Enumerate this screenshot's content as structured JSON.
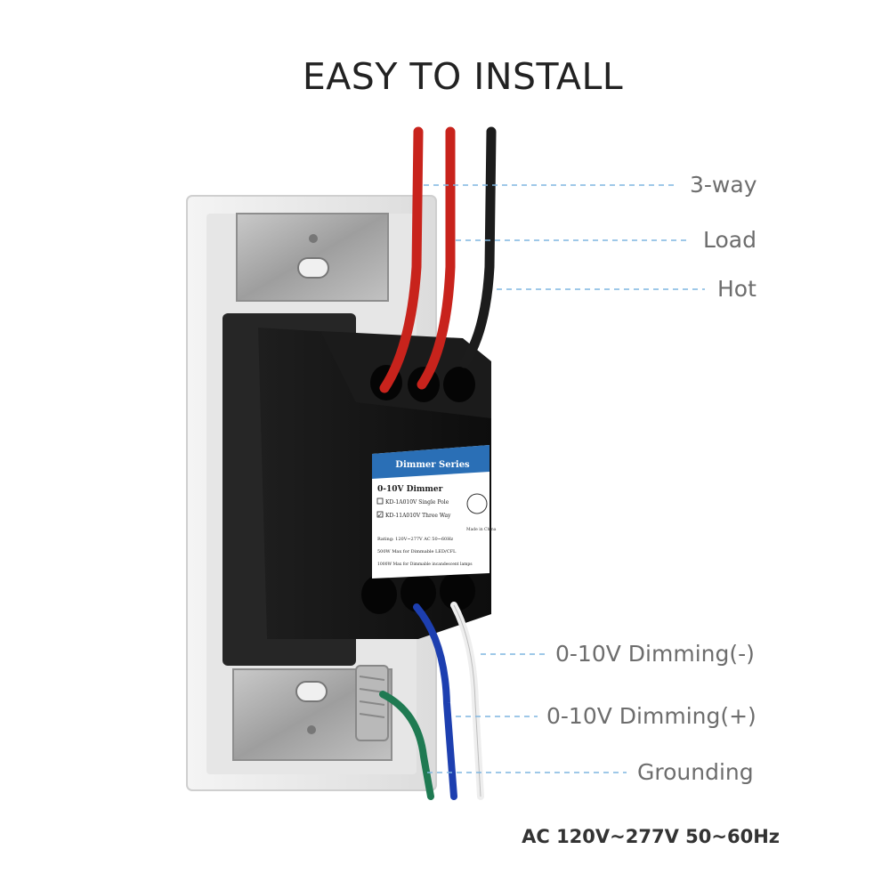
{
  "heading": "EASY TO INSTALL",
  "wire_labels": {
    "three_way": "3-way",
    "load": "Load",
    "hot": "Hot",
    "dimming_minus": "0-10V Dimming(-)",
    "dimming_plus": "0-10V Dimming(+)",
    "grounding": "Grounding"
  },
  "rating_text": "AC 120V~277V 50~60Hz",
  "device_label": {
    "banner": "Dimmer Series",
    "product": "0-10V Dimmer",
    "option_single": "KD-1A010V Single Pole",
    "option_three": "KD-11A010V Three Way",
    "rating_line": "Rating: 120V~277V AC 50~60Hz",
    "max_led": "500W Max for Dimmable LED/CFL",
    "max_incandescent": "1000W Max for Dimmable incandescent lamps",
    "origin": "Made in China"
  },
  "colors": {
    "red_wire": "#c8231c",
    "black_wire": "#1c1c1c",
    "blue_wire": "#1d3fb0",
    "white_wire": "#eeeeee",
    "green_wire": "#1f7a52",
    "guide_line": "#7fb6e0",
    "banner_blue": "#2a6fb6"
  }
}
